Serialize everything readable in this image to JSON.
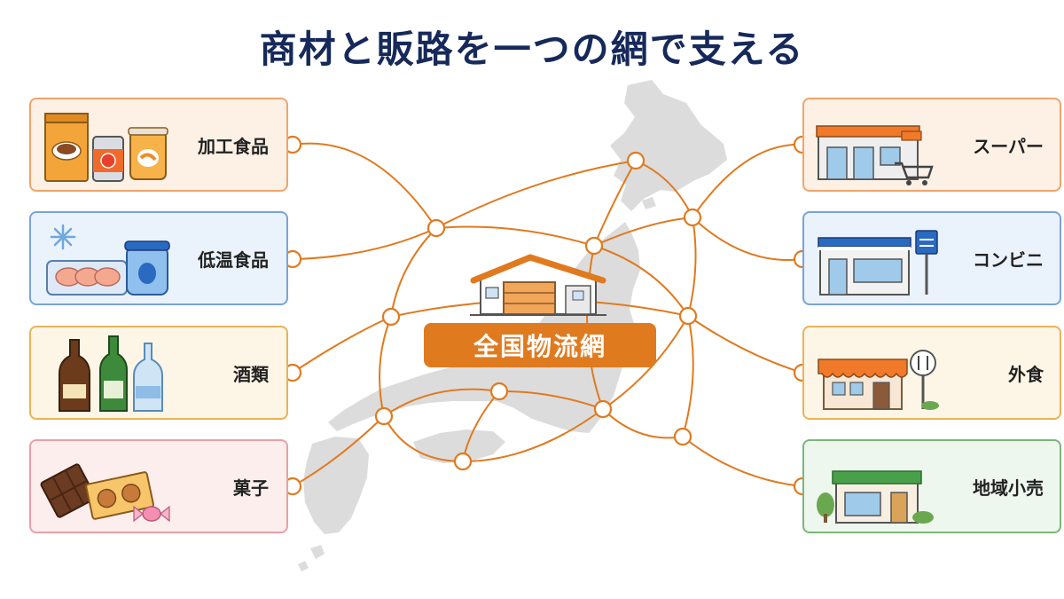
{
  "title": "商材と販路を一つの網で支える",
  "hub": {
    "label": "全国物流網",
    "icon": "warehouse-icon"
  },
  "products": [
    {
      "label": "加工食品",
      "icon": "processed-food-icon"
    },
    {
      "label": "低温食品",
      "icon": "frozen-food-icon"
    },
    {
      "label": "酒類",
      "icon": "alcohol-bottles-icon"
    },
    {
      "label": "菓子",
      "icon": "sweets-icon"
    }
  ],
  "channels": [
    {
      "label": "スーパー",
      "icon": "supermarket-icon"
    },
    {
      "label": "コンビニ",
      "icon": "convenience-store-icon"
    },
    {
      "label": "外食",
      "icon": "restaurant-icon"
    },
    {
      "label": "地域小売",
      "icon": "local-shop-icon"
    }
  ],
  "colors": {
    "title": "#16295a",
    "accent": "#e07a1f",
    "map": "#dcdcdc",
    "card_borders": [
      "#f0a46a",
      "#7aa3d8",
      "#e9b25a",
      "#e8a0a8",
      "#f0a46a",
      "#7aa3d8",
      "#e9b25a",
      "#7ab67a"
    ],
    "card_fills": [
      "#fdf1e6",
      "#eaf2fc",
      "#fdf6e6",
      "#fdeeee",
      "#fdf1e6",
      "#eaf2fc",
      "#fdf6e6",
      "#eef7ee"
    ]
  }
}
